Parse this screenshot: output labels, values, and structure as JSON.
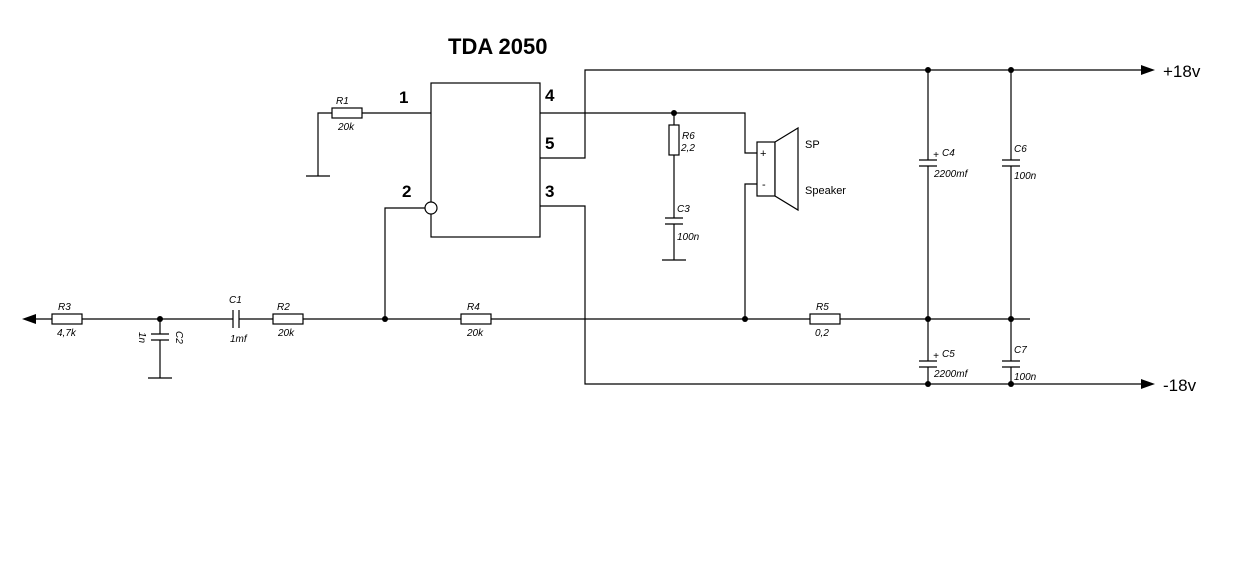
{
  "title": "TDA 2050",
  "ic": {
    "pins": [
      "1",
      "2",
      "3",
      "4",
      "5"
    ]
  },
  "rails": {
    "positive": "+18v",
    "negative": "-18v"
  },
  "speaker": {
    "ref": "SP",
    "name": "Speaker",
    "plus": "+",
    "minus": "-"
  },
  "components": {
    "R1": {
      "ref": "R1",
      "value": "20k"
    },
    "R2": {
      "ref": "R2",
      "value": "20k"
    },
    "R3": {
      "ref": "R3",
      "value": "4,7k"
    },
    "R4": {
      "ref": "R4",
      "value": "20k"
    },
    "R5": {
      "ref": "R5",
      "value": "0,2"
    },
    "R6": {
      "ref": "R6",
      "value": "2,2"
    },
    "C1": {
      "ref": "C1",
      "value": "1mf"
    },
    "C2": {
      "ref": "C2",
      "value": "1n"
    },
    "C3": {
      "ref": "C3",
      "value": "100n"
    },
    "C4": {
      "ref": "C4",
      "value": "2200mf",
      "plus": "+"
    },
    "C5": {
      "ref": "C5",
      "value": "2200mf",
      "plus": "+"
    },
    "C6": {
      "ref": "C6",
      "value": "100n"
    },
    "C7": {
      "ref": "C7",
      "value": "100n"
    }
  }
}
